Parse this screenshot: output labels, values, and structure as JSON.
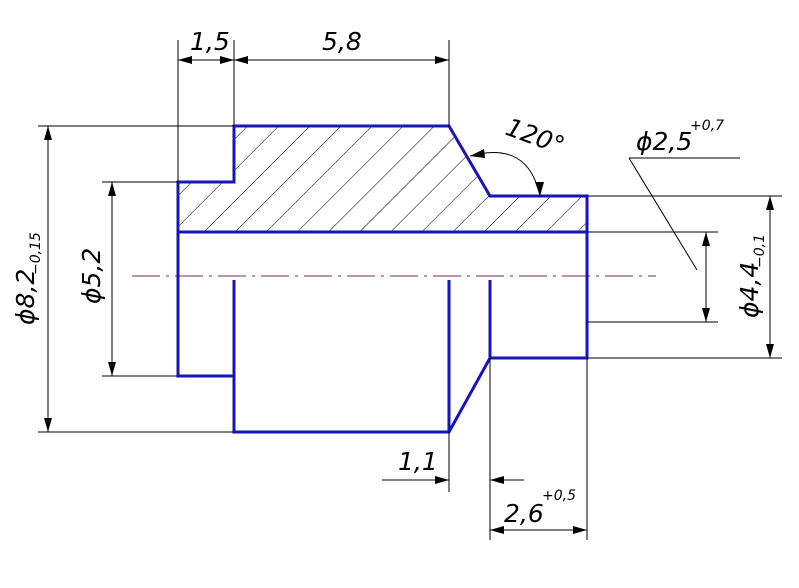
{
  "dimensions": {
    "step_length": "1,5",
    "body_length": "5,8",
    "angle": "120°",
    "bore_diameter_prefix": "ϕ2,5",
    "bore_diameter_tol": "+0,7",
    "outer_diameter_prefix": "ϕ8,2",
    "outer_diameter_tol": "−0,15",
    "step_diameter": "ϕ5,2",
    "small_diameter_prefix": "ϕ4,4",
    "small_diameter_tol": "−0,1",
    "groove_width": "1,1",
    "hub_length_prefix": "2,6",
    "hub_length_tol": "+0,5"
  },
  "colors": {
    "outline": "#1515b8",
    "dimension": "#000000",
    "axis": "#7a2a5a"
  }
}
